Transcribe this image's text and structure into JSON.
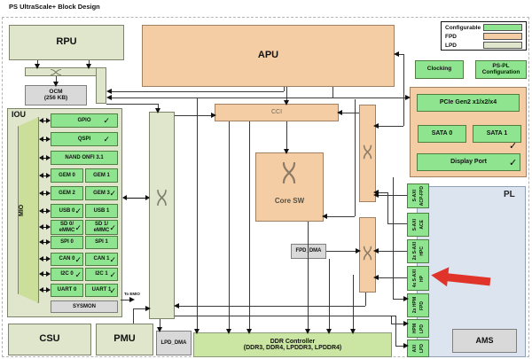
{
  "title": "PS UltraScale+ Block Design",
  "glyphs": {
    "check": "✓"
  },
  "colors": {
    "configurable": "#8fe48f",
    "fpd": "#f5cda4",
    "lpd": "#e0e6cc",
    "pointer_red": "#e0342b"
  },
  "legend": {
    "items": [
      {
        "label": "Configurable",
        "color": "#8fe48f"
      },
      {
        "label": "FPD",
        "color": "#f5cda4"
      },
      {
        "label": "LPD",
        "color": "#e0e6cc"
      }
    ]
  },
  "blocks": {
    "rpu": "RPU",
    "apu": "APU",
    "ocm1": "OCM",
    "ocm2": "(256 KB)",
    "cci": "CCI",
    "core_sw": "Core SW",
    "fpd_dma": "FPD_DMA",
    "lpd_dma": "LPD_DMA",
    "csu": "CSU",
    "pmu": "PMU",
    "ams": "AMS",
    "ddr1": "DDR Controller",
    "ddr2": "(DDR3, DDR4, LPDDR3, LPDDR4)",
    "clocking": "Clocking",
    "pspl1": "PS-PL",
    "pspl2": "Configuration",
    "pcie": "PCIe Gen2 x1/x2/x4",
    "sata0": "SATA 0",
    "sata1": "SATA 1",
    "display_port": "Display Port",
    "pl": "PL"
  },
  "iou": {
    "label": "IOU",
    "mio": "MIO",
    "sysmon": "SYSMON",
    "to_emio": "To EMIO",
    "rows": [
      {
        "c0": {
          "label": "GPIO",
          "check": true
        }
      },
      {
        "c0": {
          "label": "QSPI",
          "check": true
        }
      },
      {
        "c0": {
          "label": "NAND ONFI 3.1"
        }
      },
      {
        "c0": {
          "label": "GEM 0"
        },
        "c1": {
          "label": "GEM 1"
        }
      },
      {
        "c0": {
          "label": "GEM 2"
        },
        "c1": {
          "label": "GEM 3",
          "check": true
        }
      },
      {
        "c0": {
          "label": "USB 0",
          "check": true
        },
        "c1": {
          "label": "USB 1"
        }
      },
      {
        "c0": {
          "label": "SD 0/",
          "l2": "eMMC",
          "check": true
        },
        "c1": {
          "label": "SD 1/",
          "l2": "eMMC",
          "check": true
        }
      },
      {
        "c0": {
          "label": "SPI 0"
        },
        "c1": {
          "label": "SPI 1"
        }
      },
      {
        "c0": {
          "label": "CAN 0",
          "check": true
        },
        "c1": {
          "label": "CAN 1",
          "check": true
        }
      },
      {
        "c0": {
          "label": "I2C 0",
          "check": true
        },
        "c1": {
          "label": "I2C 1",
          "check": true
        }
      },
      {
        "c0": {
          "label": "UART 0"
        },
        "c1": {
          "label": "UART 1",
          "check": true
        }
      }
    ]
  },
  "pl_ports": [
    {
      "l1": "S-AXI",
      "l2": "ACP-FPD"
    },
    {
      "l1": "S-AXI",
      "l2": "ACE"
    },
    {
      "l1": "2x S-AXI",
      "l2": "HPC"
    },
    {
      "l1": "4x S-AXI",
      "l2": "HP"
    },
    {
      "l1": "2x HPM",
      "l2": "FPD"
    },
    {
      "l1": "HPM",
      "l2": "LPD"
    },
    {
      "l1": "AXI",
      "l2": "LPD"
    }
  ]
}
